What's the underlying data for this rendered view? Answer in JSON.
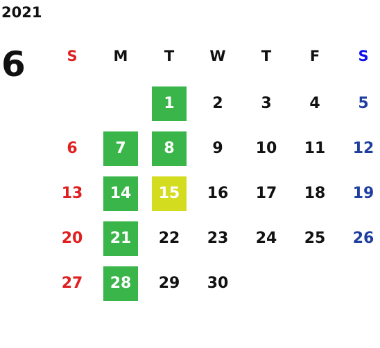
{
  "calendar": {
    "year": "2021",
    "month": "6",
    "weekdays": [
      "S",
      "M",
      "T",
      "W",
      "T",
      "F",
      "S"
    ],
    "leading_blanks": 2,
    "days": [
      "1",
      "2",
      "3",
      "4",
      "5",
      "6",
      "7",
      "8",
      "9",
      "10",
      "11",
      "12",
      "13",
      "14",
      "15",
      "16",
      "17",
      "18",
      "19",
      "20",
      "21",
      "22",
      "23",
      "24",
      "25",
      "26",
      "27",
      "28",
      "29",
      "30"
    ],
    "highlighted_days": [
      "1",
      "7",
      "8",
      "14",
      "21",
      "28"
    ],
    "today": "15"
  },
  "colors": {
    "text": "#111111",
    "sunday": "#e02020",
    "saturday": "#1f3fa0",
    "saturday_header": "#1010ee",
    "highlight": "#3ab54a",
    "today": "#d4dc20",
    "highlight_text": "#ffffff"
  }
}
